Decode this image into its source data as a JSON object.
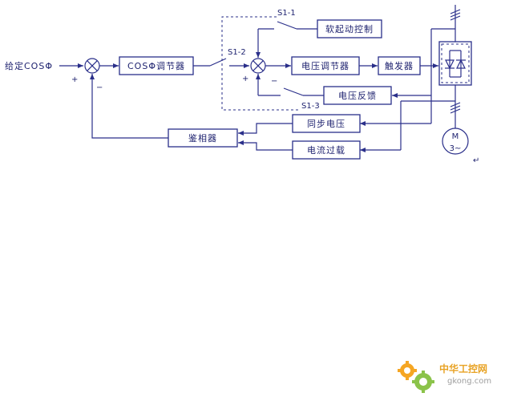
{
  "diagram": {
    "blocks": {
      "cos_regulator": "COSΦ调节器",
      "voltage_regulator": "电压调节器",
      "trigger": "触发器",
      "soft_start": "软起动控制",
      "voltage_feedback": "电压反馈",
      "sync_voltage": "同步电压",
      "current_overload": "电流过载",
      "phase_detector": "鉴相器"
    },
    "labels": {
      "input": "给定COSΦ",
      "switch_s1_1": "S1-1",
      "switch_s1_2": "S1-2",
      "switch_s1_3": "S1-3",
      "motor_m": "M",
      "motor_phase": "3~",
      "sum1_plus": "+",
      "sum1_minus": "−",
      "sum2_plus": "+",
      "sum2_minus": "−"
    }
  },
  "watermark": {
    "text_cn": "中华工控网",
    "url": "gkong.com"
  }
}
